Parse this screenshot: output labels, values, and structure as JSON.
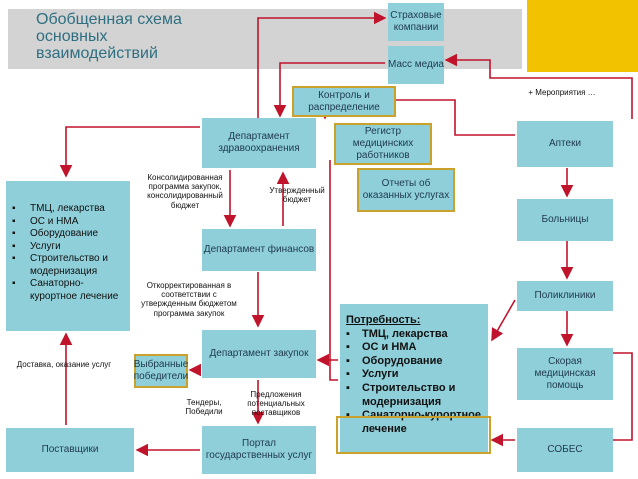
{
  "title": "Обобщенная схема\nосновных\nвзаимодействий",
  "boxes": {
    "insurance": "Страховые компании",
    "mass_media": "Масс медиа",
    "control": "Контроль и распределение",
    "health_dept": "Департамент здравоохранения",
    "registry": "Регистр медицинских работников",
    "reports": "Отчеты об оказанных услугах",
    "finance_dept": "Департамент финансов",
    "procurement_dept": "Департамент закупок",
    "winners": "Выбранные победители",
    "suppliers": "Поставщики",
    "portal": "Портал государственных услуг",
    "pharmacies": "Аптеки",
    "hospitals": "Больницы",
    "clinics": "Поликлиники",
    "ambulance": "Скорая медицинская помощь",
    "sobes": "СОБЕС"
  },
  "labels": {
    "events": "+ Мероприятия …",
    "consolidated": "Консолидированная программа закупок, консолидированный бюджет",
    "approved_budget": "Утвержденный бюджет",
    "corrected": "Откорректированная в соответствии с утвержденным бюджетом программа закупок",
    "delivery": "Доставка, оказание услуг",
    "tenders": "Тендеры, Победили",
    "offers": "Предложения потенциальных поставщиков"
  },
  "left_list": [
    "ТМЦ, лекарства",
    "ОС и НМА",
    "Оборудование",
    "Услуги",
    "Строительство и модернизация",
    "Санаторно-курортное лечение"
  ],
  "need": {
    "heading": "Потребность:",
    "items": [
      "ТМЦ, лекарства",
      "ОС и НМА",
      "Оборудование",
      "Услуги",
      "Строительство и модернизация",
      "Санаторно-курортное лечение"
    ]
  },
  "colors": {
    "box": "#8ecfd9",
    "arrow": "#c0142c",
    "gold_border": "#c9a12b",
    "title": "#2e6f82",
    "yellow": "#f2c200"
  }
}
